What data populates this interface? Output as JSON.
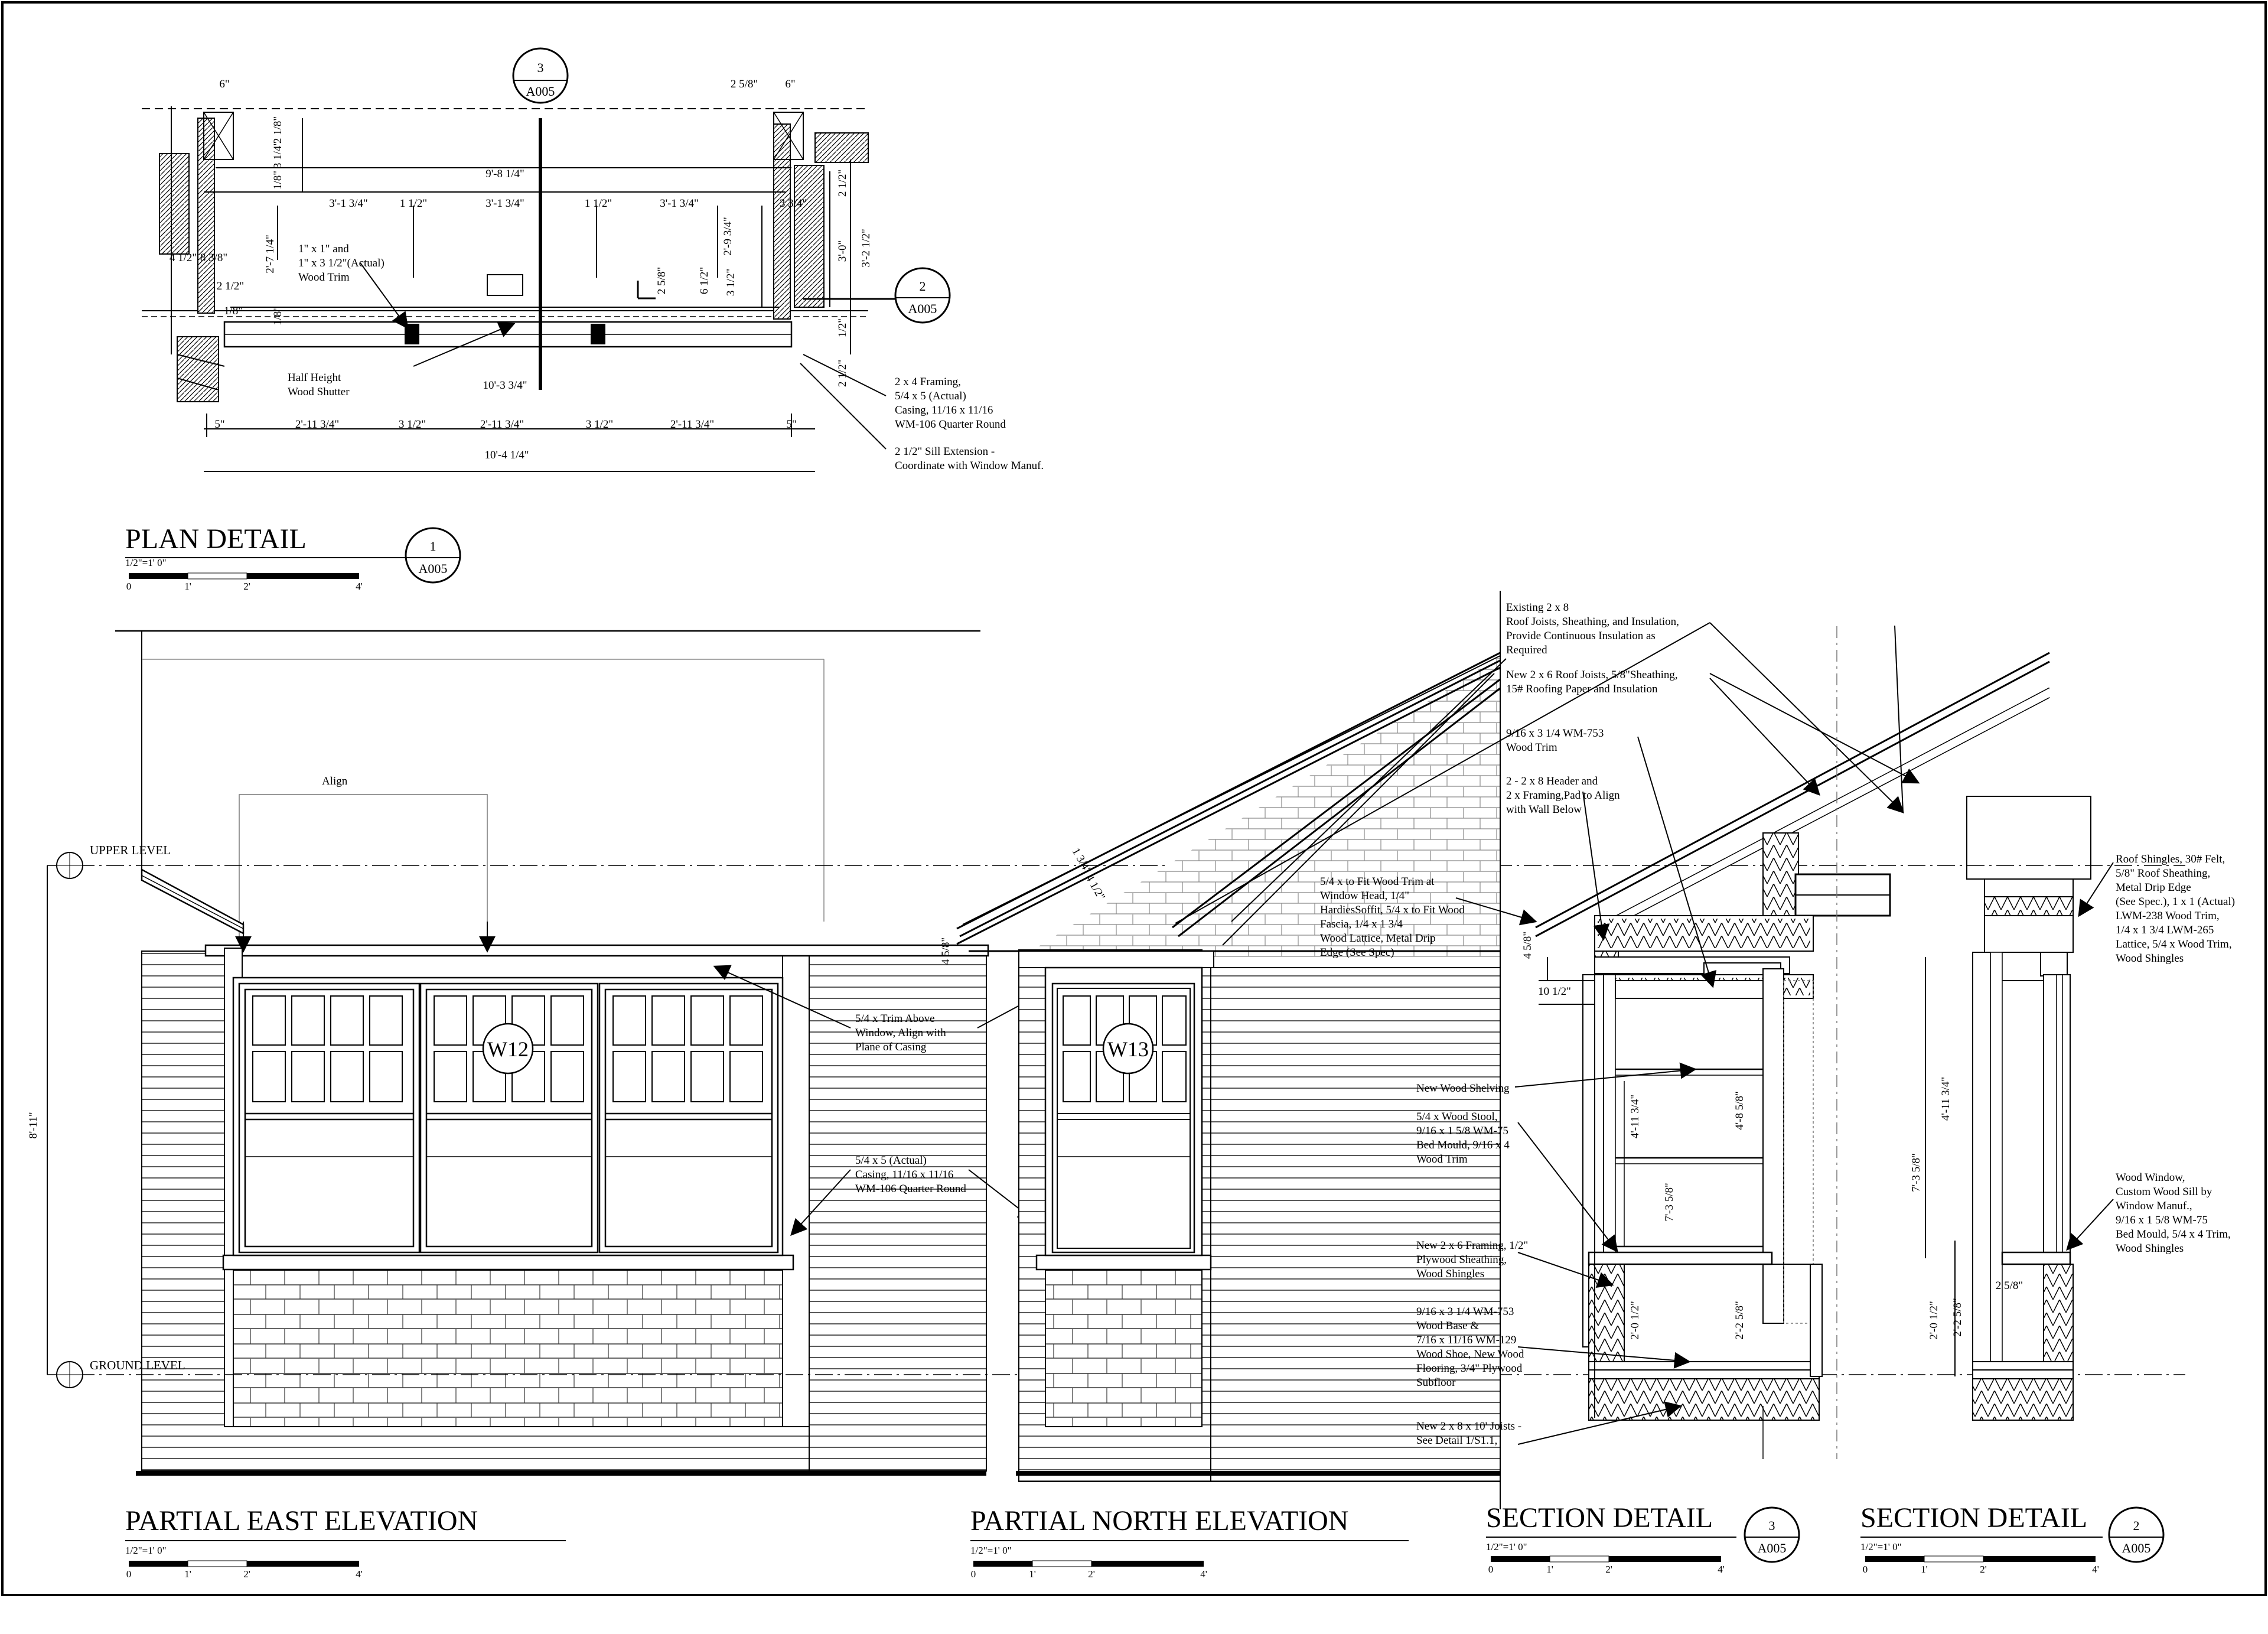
{
  "sheet_refs": {
    "sheet": "A005",
    "detail_1": "1",
    "detail_2": "2",
    "detail_3": "3"
  },
  "titles": {
    "plan": "PLAN DETAIL",
    "east": "PARTIAL EAST  ELEVATION",
    "north": "PARTIAL NORTH  ELEVATION",
    "section3": "SECTION DETAIL",
    "section2": "SECTION DETAIL"
  },
  "scale": {
    "text": "1/2\"=1' 0\"",
    "ticks": [
      "0",
      "1'",
      "2'",
      "4'"
    ]
  },
  "windows": {
    "w12": "W12",
    "w13": "W13"
  },
  "levels": {
    "upper": "UPPER LEVEL",
    "ground": "GROUND LEVEL"
  },
  "plan_dims": {
    "d6l": "6\"",
    "d6r": "6\"",
    "d258": "2 5/8\"",
    "overall": "9'-8 1/4\"",
    "a1": "3'-1 3/4\"",
    "a2": "1 1/2\"",
    "a3": "3'-1 3/4\"",
    "a4": "1 1/2\"",
    "a5": "3'-1 3/4\"",
    "a6": "3 3/4\"",
    "v218": "2 1/8\"",
    "v314": "3 1/4\"",
    "v18": "1/8\"",
    "v2714": "2'-7 1/4\"",
    "l412": "4 1/2\"",
    "l838": "8 3/8\"",
    "l212": "2 1/2\"",
    "l18": "1/8\"",
    "r212": "2 1/2\"",
    "r30": "3'-0\"",
    "r3212": "3'-2 1/2\"",
    "r2934": "2'-9 3/4\"",
    "r212b": "2 1/2\"",
    "r12": "1/2\"",
    "c258": "2 5/8\"",
    "c612": "6 1/2\"",
    "c312": "3 1/2\"",
    "inner": "10'-3 3/4\"",
    "b5l": "5\"",
    "b1": "2'-11 3/4\"",
    "b2": "3 1/2\"",
    "b3": "2'-11 3/4\"",
    "b4": "3 1/2\"",
    "b5": "2'-11 3/4\"",
    "b5r": "5\"",
    "outer": "10'-4 1/4\""
  },
  "plan_notes": {
    "trim": [
      "1\" x 1\" and",
      "1\" x 3 1/2\"(Actual)",
      "Wood Trim"
    ],
    "shutter": [
      "Half Height",
      "Wood Shutter"
    ],
    "framing": [
      "2 x 4 Framing,",
      "5/4 x 5 (Actual)",
      "Casing, 11/16 x 11/16",
      "WM-106 Quarter Round"
    ],
    "sill": [
      "2 1/2\" Sill Extension -",
      "Coordinate with Window Manuf."
    ]
  },
  "elev": {
    "align": "Align",
    "h811": "8'-11\"",
    "trim_above": [
      "5/4 x Trim Above",
      "Window, Align with",
      "Plane of Casing"
    ],
    "casing": [
      "5/4 x 5 (Actual)",
      "Casing, 11/16 x 11/16",
      "WM-106 Quarter Round"
    ],
    "n134": "1 3/4\"",
    "n4": "4 1/2\"",
    "n458": "4 5/8\""
  },
  "sec3_notes": {
    "existing": [
      "Existing 2 x 8",
      "Roof Joists, Sheathing, and Insulation,",
      "Provide Continuous Insulation as",
      "Required"
    ],
    "new2x6": [
      "New 2 x 6 Roof Joists, 5/8\"Sheathing,",
      "15#  Roofing Paper and Insulation"
    ],
    "wm753": [
      "9/16 x 3 1/4 WM-753",
      "Wood Trim"
    ],
    "header": [
      "2 - 2 x 8 Header and",
      "2 x Framing,Pad to Align",
      "with Wall Below"
    ],
    "fit": [
      "5/4 x to Fit Wood Trim at",
      "Window Head, 1/4\"",
      "HardiesSoffit, 5/4 x to Fit Wood",
      "Fascia, 1/4 x 1 3/4",
      "Wood Lattice, Metal Drip",
      "Edge (See Spec)"
    ],
    "shelving": "New  Wood Shelving",
    "stool": [
      "5/4 x  Wood Stool,",
      "9/16 x 1 5/8 WM-75",
      "Bed Mould, 9/16 x 4",
      "Wood Trim"
    ],
    "framing2x6": [
      "New 2 x 6 Framing, 1/2\"",
      "Plywood Sheathing,",
      "Wood Shingles"
    ],
    "base": [
      "9/16 x 3 1/4 WM-753",
      "Wood Base &",
      "7/16 x 11/16 WM-129",
      "Wood Shoe, New Wood",
      "Flooring, 3/4\" Plywood",
      "Subfloor"
    ],
    "joists": [
      "New 2 x 8 x 10' Joists -",
      "See Detail 1/S1.1,"
    ],
    "d458": "4 5/8\"",
    "d1012": "10 1/2\"",
    "d41134": "4'-11 3/4\"",
    "d458b": "4'-8 5/8\"",
    "d7358": "7'-3 5/8\"",
    "d2012": "2'-0 1/2\"",
    "d2258": "2'-2 5/8\""
  },
  "sec2_notes": {
    "roof": [
      "Roof Shingles, 30# Felt,",
      "5/8\" Roof Sheathing,",
      "Metal Drip Edge",
      "(See Spec.), 1 x 1 (Actual)",
      "LWM-238 Wood Trim,",
      "1/4 x 1 3/4 LWM-265",
      "Lattice, 5/4 x Wood Trim,",
      "Wood Shingles"
    ],
    "window": [
      "Wood Window,",
      "Custom Wood Sill by",
      "Window Manuf.,",
      "9/16 x 1 5/8 WM-75",
      "Bed Mould, 5/4 x 4 Trim,",
      "Wood Shingles"
    ],
    "d7358": "7'-3 5/8\"",
    "d41134": "4'-11 3/4\"",
    "d2012": "2'-0 1/2\"",
    "d2258": "2'-2 5/8\"",
    "d258": "2 5/8\""
  }
}
